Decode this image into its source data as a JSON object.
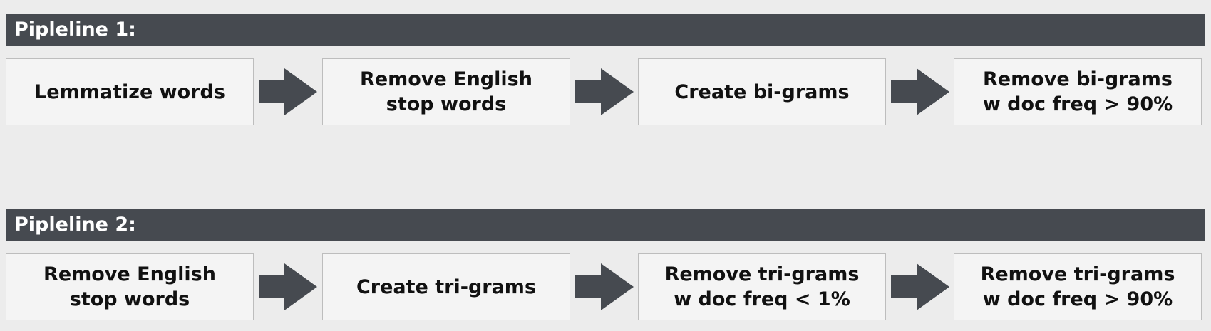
{
  "colors": {
    "background": "#ececec",
    "header_bar": "#464a50",
    "header_text": "#ffffff",
    "step_fill": "#f4f4f4",
    "step_border": "#bdbdbd",
    "arrow": "#464a50"
  },
  "pipelines": [
    {
      "title": "Pipleline 1:",
      "steps": [
        "Lemmatize words",
        "Remove English\nstop words",
        "Create bi-grams",
        "Remove bi-grams\nw doc freq > 90%"
      ]
    },
    {
      "title": "Pipleline 2:",
      "steps": [
        "Remove English\nstop words",
        "Create tri-grams",
        "Remove tri-grams\nw doc freq < 1%",
        "Remove tri-grams\nw doc freq > 90%"
      ]
    }
  ]
}
